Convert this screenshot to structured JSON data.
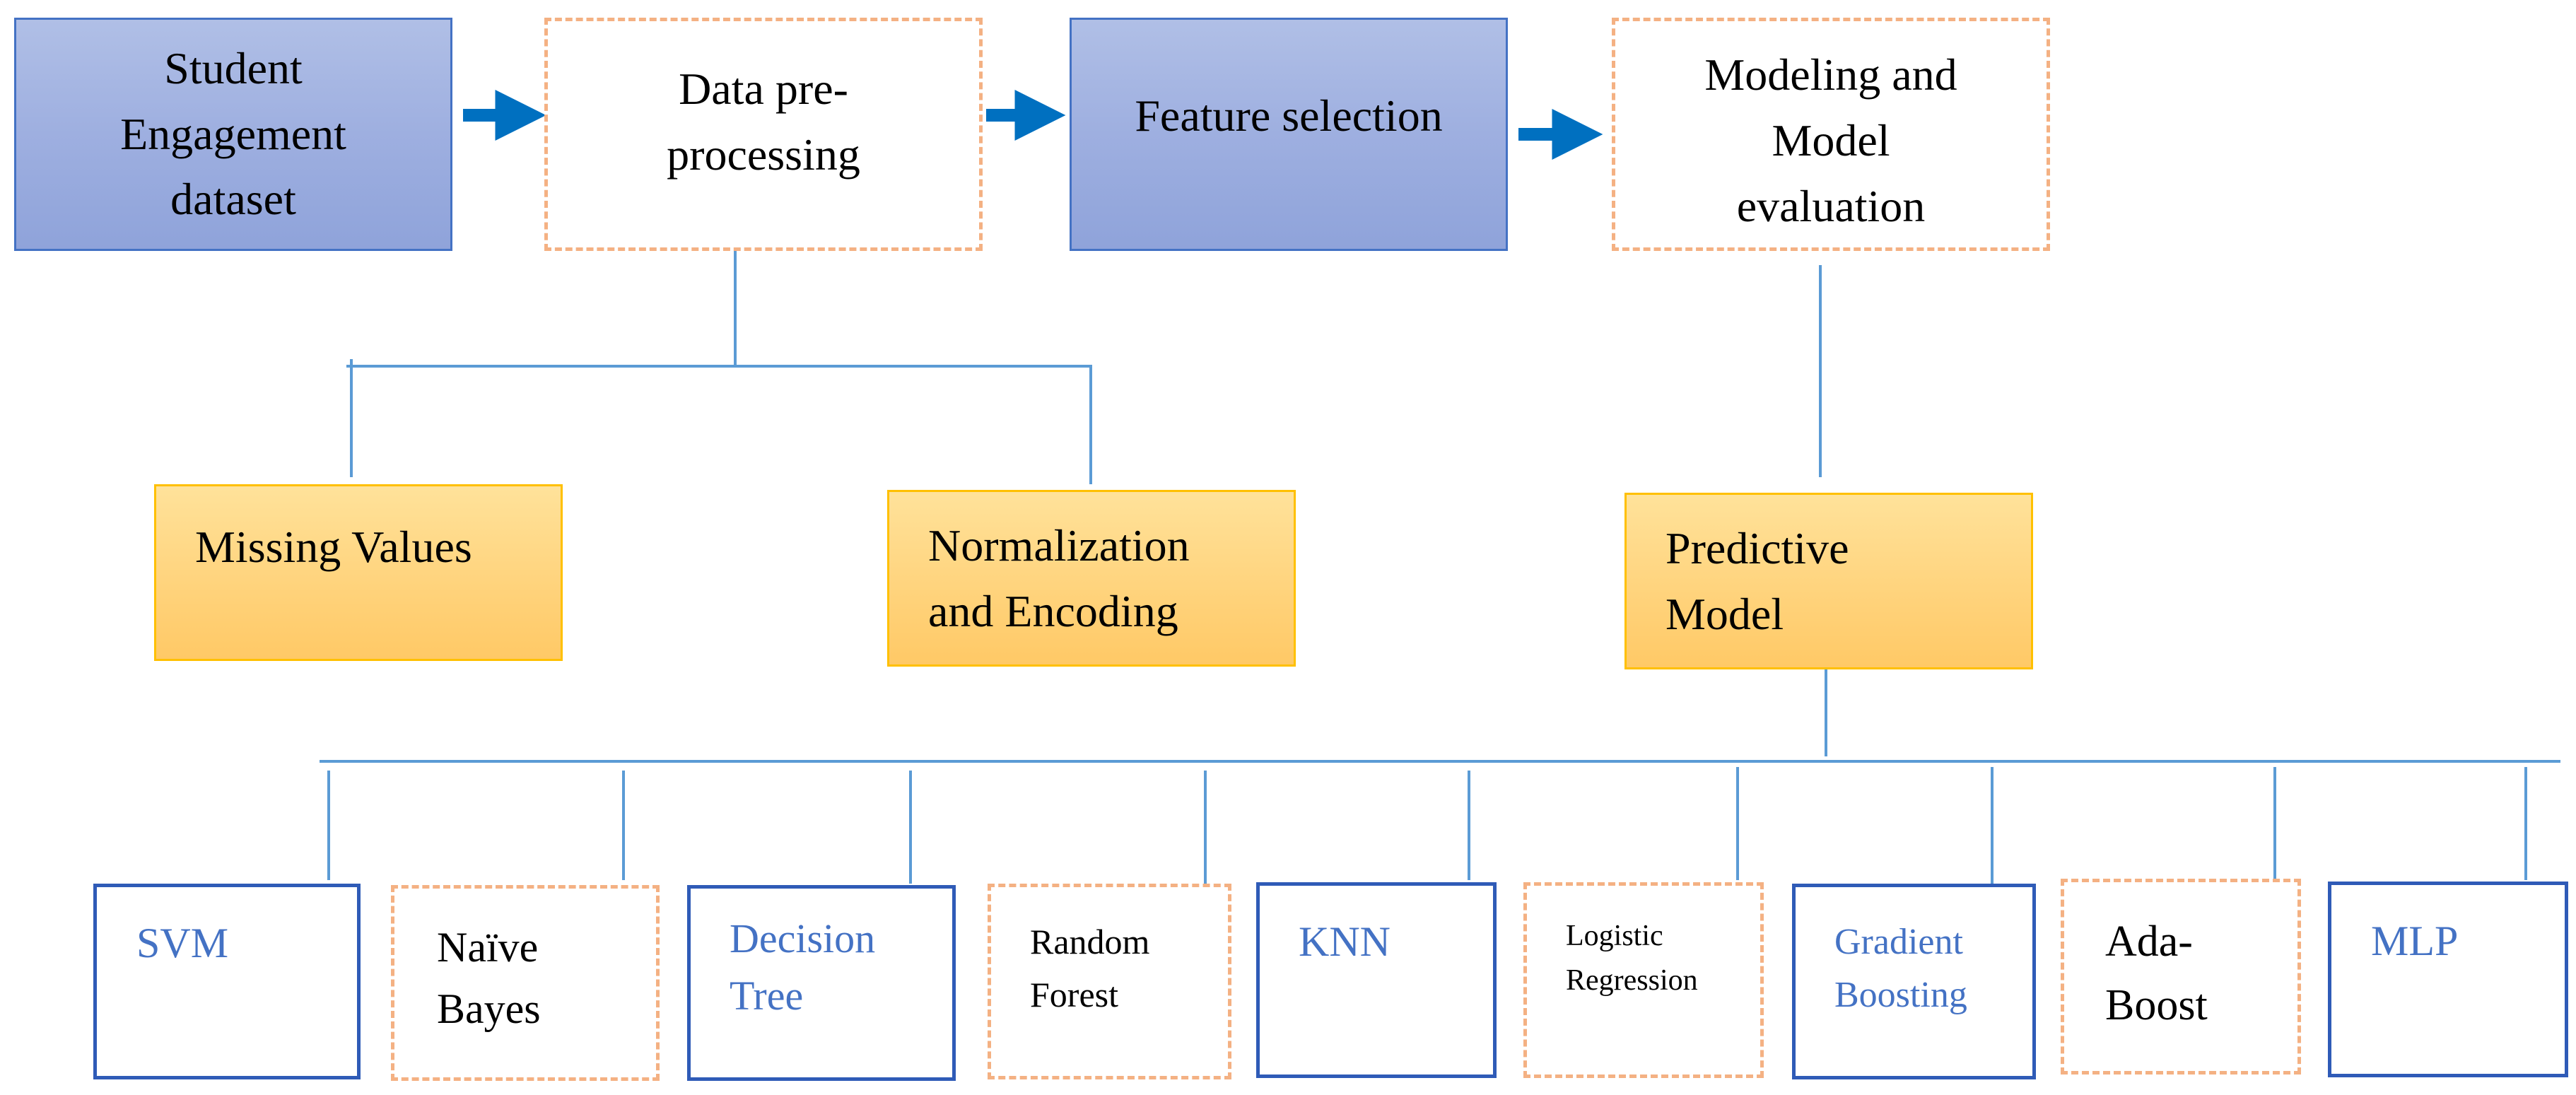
{
  "top_row": {
    "dataset": "Student\nEngagement\ndataset",
    "preprocessing": "Data pre-\nprocessing",
    "feature_selection": "Feature selection",
    "modeling": "Modeling and\nModel\nevaluation"
  },
  "preprocessing_steps": {
    "missing_values": "Missing Values",
    "normalization": "Normalization\nand Encoding"
  },
  "predictive_model": "Predictive\nModel",
  "models": {
    "svm": "SVM",
    "naive_bayes": "Naïve\nBayes",
    "decision_tree": "Decision\nTree",
    "random_forest": "Random\nForest",
    "knn": "KNN",
    "logistic_regression": "Logistic\nRegression",
    "gradient_boosting": "Gradient\nBoosting",
    "ada_boost": "Ada-\nBoost",
    "mlp": "MLP"
  },
  "colors": {
    "arrow": "#0070c0",
    "line": "#5b9bd5",
    "blue_box_border": "#4472c4",
    "dash_border": "#f4b183",
    "yellow_box_border": "#ffc000",
    "model_text_blue": "#4472c4"
  }
}
